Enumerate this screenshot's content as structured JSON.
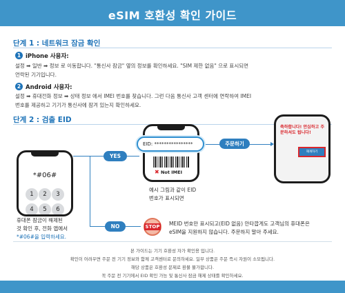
{
  "header": {
    "title": "eSIM 호환성 확인 가이드"
  },
  "step1": {
    "title": "단계 1 :  네트워크 잠금 확인",
    "iphone": {
      "num": "1",
      "label": "iPhone 사용자:",
      "line1": "설정 ➡ 일반 ➡ 정보 로 이동합니다. \"통신사 잠금\" 옆의 정보를 확인하세요. \"SIM 제한 없음\" 으로 표시되면",
      "line2": "언락된 기기입니다."
    },
    "android": {
      "num": "2",
      "label": "Android 사용자:",
      "line1": "설정 ➡ 휴대전화 정보 ➡ 상태 정보 에서 IMEI 번호를 찾습니다. 그런 다음 통신사 고객 센터에 연락하여 IMEI",
      "line2": "번호를 제공하고 기기가 통신사에 잠겨 있는지 확인하세요."
    }
  },
  "step2": {
    "title": "단계 2 :  검출 EID",
    "dial_code": "*#06#",
    "keys": [
      "1",
      "2",
      "3",
      "4",
      "5",
      "6"
    ],
    "dial_caption": [
      "휴대폰 잠금이 해제된",
      "것 확인 후, 전화 앱에서",
      "*#06#을 입력하세요."
    ],
    "yes_label": "YES",
    "no_label": "NO",
    "eid_label": "EID: ****************",
    "not_imei": "Not IMEI",
    "example_caption": [
      "예시 그림과 같이 EID",
      "번호가 표시되면"
    ],
    "order_label": "주문하기",
    "congrats_text": "축하합니다! 안심하고 주문하셔도 됩니다!",
    "order_button": "재개하기",
    "stop_text": "STOP",
    "no_caption": [
      "MEID 번호만 표시되고(EID 없음) 안타깝게도 고객님의 휴대폰은",
      "eSIM을 지원하지 않습니다. 주문하지 말아 주세요."
    ]
  },
  "footer": {
    "lines": [
      "본 가이드는 기기 호환성 자가 확인용 입니다.",
      "확인이 어려우면 주문 전 기기 정보와 함께 고객센터로 문의하세요. 일부 상품은 주문 즉시 자원이 소모됩니다.",
      "해당 상품은 호환성 문제로 환불 불가합니다.",
      "꼭 주문 전 기기에서 EID 확인 가능 및 통신사 잠금 해제 상태를 확인하세요."
    ]
  },
  "colors": {
    "brand": "#3f95c9",
    "accent": "#1e73b8",
    "alert": "#d9262c"
  }
}
